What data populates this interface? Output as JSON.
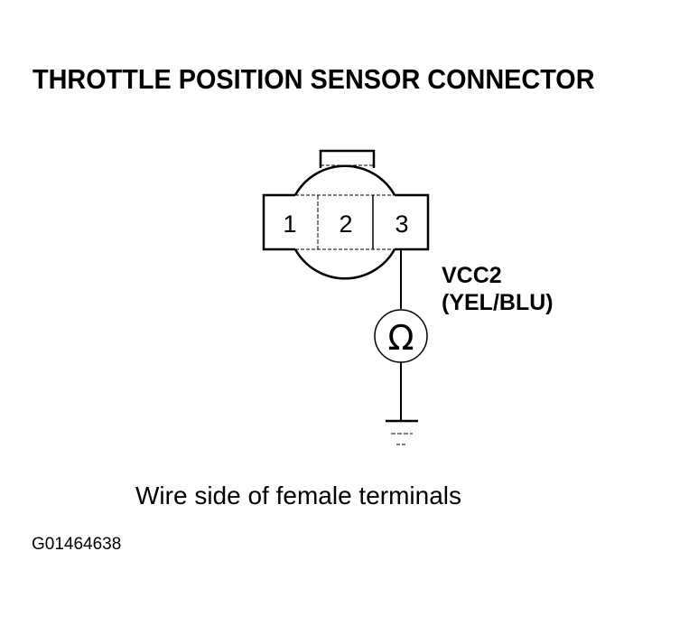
{
  "title": "THROTTLE POSITION SENSOR CONNECTOR",
  "connector": {
    "pins": [
      "1",
      "2",
      "3"
    ],
    "view": "Wire side of female terminals"
  },
  "probe": {
    "terminal": "3",
    "signal": "VCC2",
    "wire_color": "(YEL/BLU)",
    "meter_symbol": "Ω",
    "meter_icon": "ohmmeter-icon",
    "ground_icon": "ground-icon"
  },
  "figure_id": "G01464638"
}
